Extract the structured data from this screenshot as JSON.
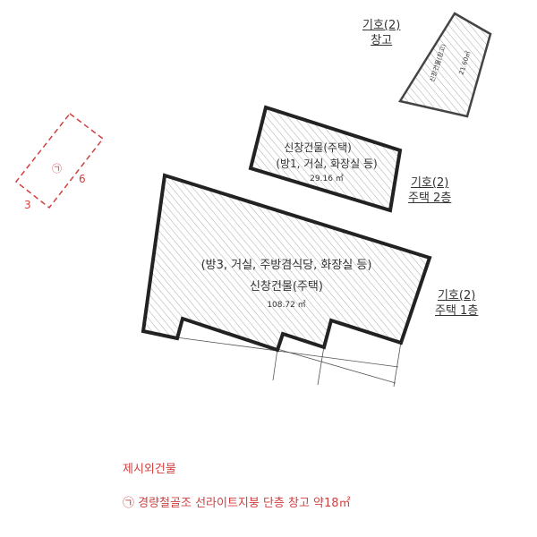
{
  "colors": {
    "line": "#222222",
    "hatch": "#999999",
    "annex": "#d04040",
    "text": "#333333"
  },
  "buildings": {
    "main": {
      "line1": "(방3, 거실, 주방겸식당, 화장실 등)",
      "line2": "신창건물(주택)",
      "area": "108.72 ㎡"
    },
    "second": {
      "line1": "신창건물(주택)",
      "line2": "(방1, 거실, 화장실 등)",
      "area": "29.16 ㎡"
    },
    "storage": {
      "line1": "신창건물(창고)",
      "area": "21.60㎡"
    }
  },
  "labels": {
    "storage": {
      "code": "기호(2)",
      "name": "창고"
    },
    "floor2": {
      "code": "기호(2)",
      "name": "주택 2층"
    },
    "floor1": {
      "code": "기호(2)",
      "name": "주택 1층"
    }
  },
  "annex": {
    "marker": "㉠",
    "width": "3",
    "length": "6",
    "title": "제시외건물",
    "item": "㉠ 경량철골조 선라이트지붕 단층 창고 약18㎡"
  }
}
